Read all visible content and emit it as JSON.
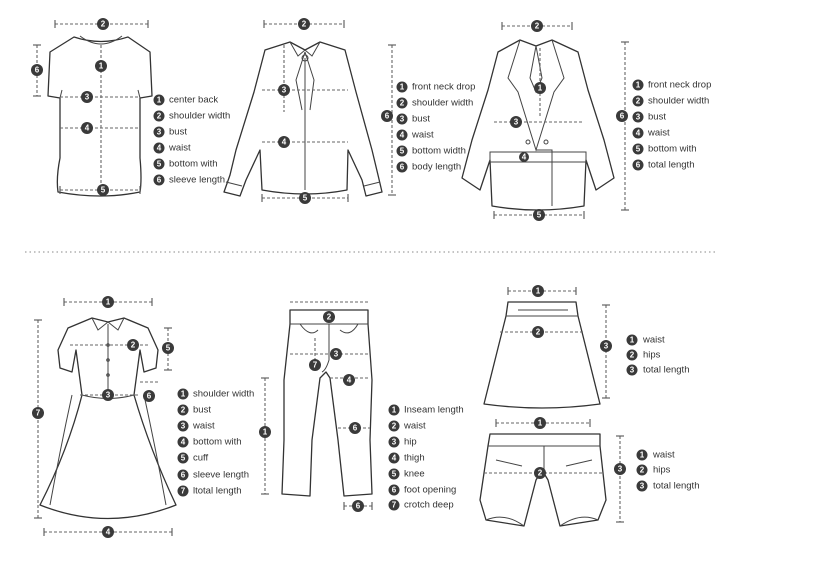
{
  "garments": {
    "tshirt": {
      "legend": [
        "center back",
        "shoulder width",
        "bust",
        "waist",
        "bottom with",
        "sleeve length"
      ]
    },
    "blouse": {
      "legend": [
        "front neck drop",
        "shoulder width",
        "bust",
        "waist",
        "bottom width",
        "body length"
      ]
    },
    "coat": {
      "legend": [
        "front neck drop",
        "shoulder width",
        "bust",
        "waist",
        "bottom with",
        "total length"
      ]
    },
    "dress": {
      "legend": [
        "shoulder width",
        "bust",
        "waist",
        "bottom with",
        "cuff",
        "sleeve length",
        "ltotal length"
      ]
    },
    "pants": {
      "legend": [
        "Inseam length",
        "waist",
        "hip",
        "thigh",
        "knee",
        "foot opening",
        "crotch deep"
      ]
    },
    "skirt": {
      "legend": [
        "waist",
        "hips",
        "total length"
      ]
    },
    "shorts": {
      "legend": [
        "waist",
        "hips",
        "total length"
      ]
    }
  }
}
